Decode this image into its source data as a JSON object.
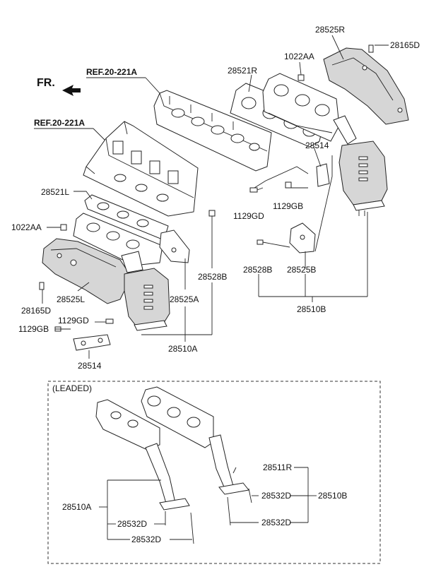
{
  "direction": {
    "label": "FR."
  },
  "refs": {
    "upper": "REF.20-221A",
    "lower": "REF.20-221A"
  },
  "leaded_title": "(LEADED)",
  "callouts": {
    "p28525R": "28525R",
    "p28165D_top": "28165D",
    "p1022AA_top": "1022AA",
    "p28521R": "28521R",
    "p28514_right": "28514",
    "p1129GD_right": "1129GD",
    "p1129GB_right": "1129GB",
    "p28528B_right": "28528B",
    "p28525B": "28525B",
    "p28510B": "28510B",
    "p28521L": "28521L",
    "p1022AA_left": "1022AA",
    "p28528B_left": "28528B",
    "p28525A": "28525A",
    "p28525L": "28525L",
    "p28165D_left": "28165D",
    "p1129GD_left": "1129GD",
    "p1129GB_left": "1129GB",
    "p28510A": "28510A",
    "p28514_left": "28514",
    "p28511R": "28511R",
    "p28532D_r1": "28532D",
    "p28510B_leaded": "28510B",
    "p28532D_r2": "28532D",
    "p28510A_leaded": "28510A",
    "p28532D_l1": "28532D",
    "p28532D_l2": "28532D"
  }
}
